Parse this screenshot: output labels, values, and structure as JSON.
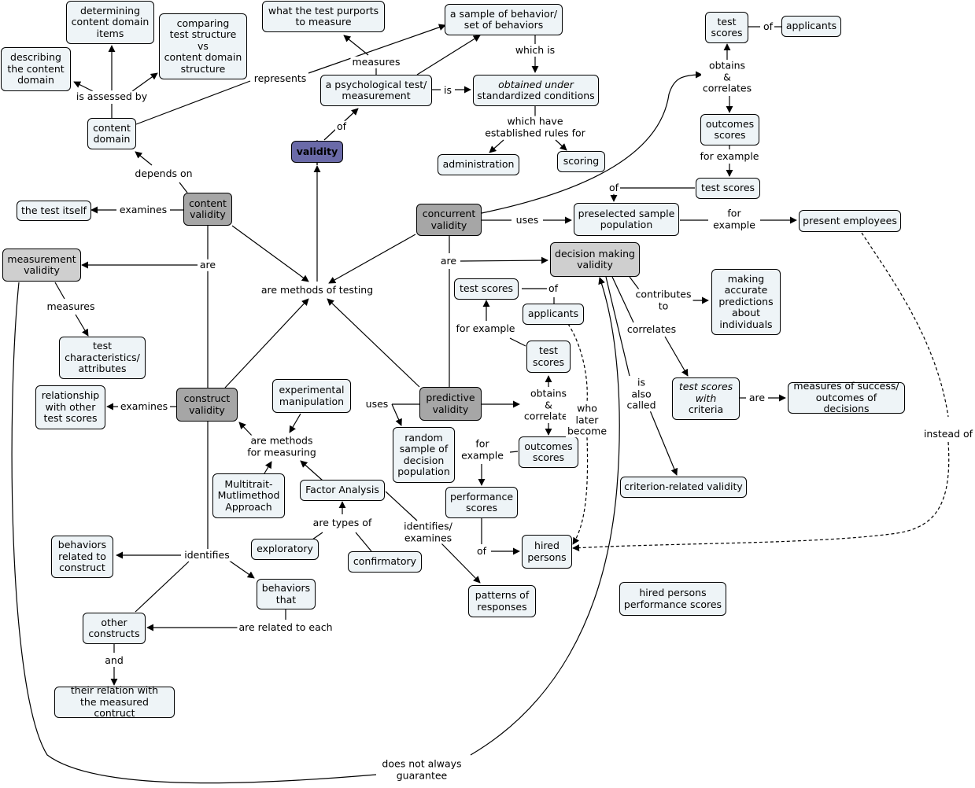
{
  "nodes": {
    "validity": "validity",
    "psych_test": "a psychological test/\nmeasurement",
    "purports": "what the test purports\nto measure",
    "sample_behavior": "a sample of behavior/\nset of behaviors",
    "obtained_italic": "obtained under",
    "obtained_rest": "standardized conditions",
    "administration": "administration",
    "scoring": "scoring",
    "determining": "determining\ncontent domain\nitems",
    "comparing": "comparing\ntest structure\nvs\ncontent domain\nstructure",
    "describing": "describing\nthe content\ndomain",
    "content_domain": "content\ndomain",
    "content_validity": "content\nvalidity",
    "test_itself": "the test itself",
    "measurement_validity": "measurement\nvalidity",
    "test_characteristics": "test\ncharacteristics/\nattributes",
    "relationship": "relationship\nwith other\ntest scores",
    "construct_validity": "construct\nvalidity",
    "experimental": "experimental\nmanipulation",
    "multitrait": "Multitrait-\nMutlimethod\nApproach",
    "factor_analysis": "Factor Analysis",
    "exploratory": "exploratory",
    "confirmatory": "confirmatory",
    "behaviors_related": "behaviors\nrelated to\nconstruct",
    "behaviors_that": "behaviors\nthat",
    "other_constructs": "other\nconstructs",
    "their_relation": "their relation with\nthe measured contruct",
    "patterns": "patterns of\nresponses",
    "concurrent_validity": "concurrent\nvalidity",
    "preselected": "preselected sample\npopulation",
    "present_employees": "present employees",
    "test_scores_top": "test\nscores",
    "applicants_top": "applicants",
    "outcomes_top": "outcomes\nscores",
    "test_scores_mid": "test scores",
    "decision_validity": "decision making\nvalidity",
    "making_predictions": "making\naccurate\npredictions\nabout\nindividuals",
    "test_scores_criteria_italic": "test scores\nwith",
    "test_scores_criteria_rest": "criteria",
    "measures_success": "measures of success/\noutcomes of decisions",
    "criterion_validity": "criterion-related validity",
    "test_scores_pred": "test scores",
    "applicants_pred": "applicants",
    "test_scores_pred2": "test\nscores",
    "predictive_validity": "predictive\nvalidity",
    "random_sample": "random\nsample of\ndecision\npopulation",
    "outcomes_pred": "outcomes\nscores",
    "performance_scores": "performance\nscores",
    "hired_persons": "hired\npersons",
    "hired_performance": "hired persons\nperformance scores"
  },
  "labels": {
    "represents": "represents",
    "measures_top": "measures",
    "is": "is",
    "which_is": "which is",
    "of_validity": "of",
    "which_have": "which have\nestablished rules for",
    "is_assessed_by": "is assessed by",
    "depends_on": "depends on",
    "examines_content": "examines",
    "are_content": "are",
    "are_methods_testing": "are methods of testing",
    "measures_mv": "measures",
    "examines_construct": "examines",
    "are_methods_measuring": "are methods\nfor measuring",
    "are_types_of": "are types of",
    "identifies_examines": "identifies/\nexamines",
    "identifies": "identifies",
    "are_related_each": "are related to each",
    "and": "and",
    "does_not_guarantee": "does not always\nguarantee",
    "uses_concurrent": "uses",
    "for_example_present": "for\nexample",
    "of_applicants_top": "of",
    "obtains_top": "obtains\n&\ncorrelates",
    "for_example_top": "for example",
    "of_test_scores_mid": "of",
    "are_concurrent": "are",
    "contributes_to": "contributes\nto",
    "correlates": "correlates",
    "is_also_called": "is\nalso\ncalled",
    "are_criteria": "are",
    "instead_of": "instead of",
    "of_applicants_pred": "of",
    "for_example_pred": "for example",
    "obtains_pred": "obtains\n&\ncorrelates",
    "who_later_become": "who\nlater\nbecome",
    "uses_predictive": "uses",
    "for_example_outcomes": "for\nexample",
    "of_hired": "of"
  },
  "colors": {
    "main_node": "#6a6aa8",
    "validity_type_node": "#a6a6a6",
    "decision_node": "#cfcfcf",
    "concept_node": "#eef4f7"
  }
}
